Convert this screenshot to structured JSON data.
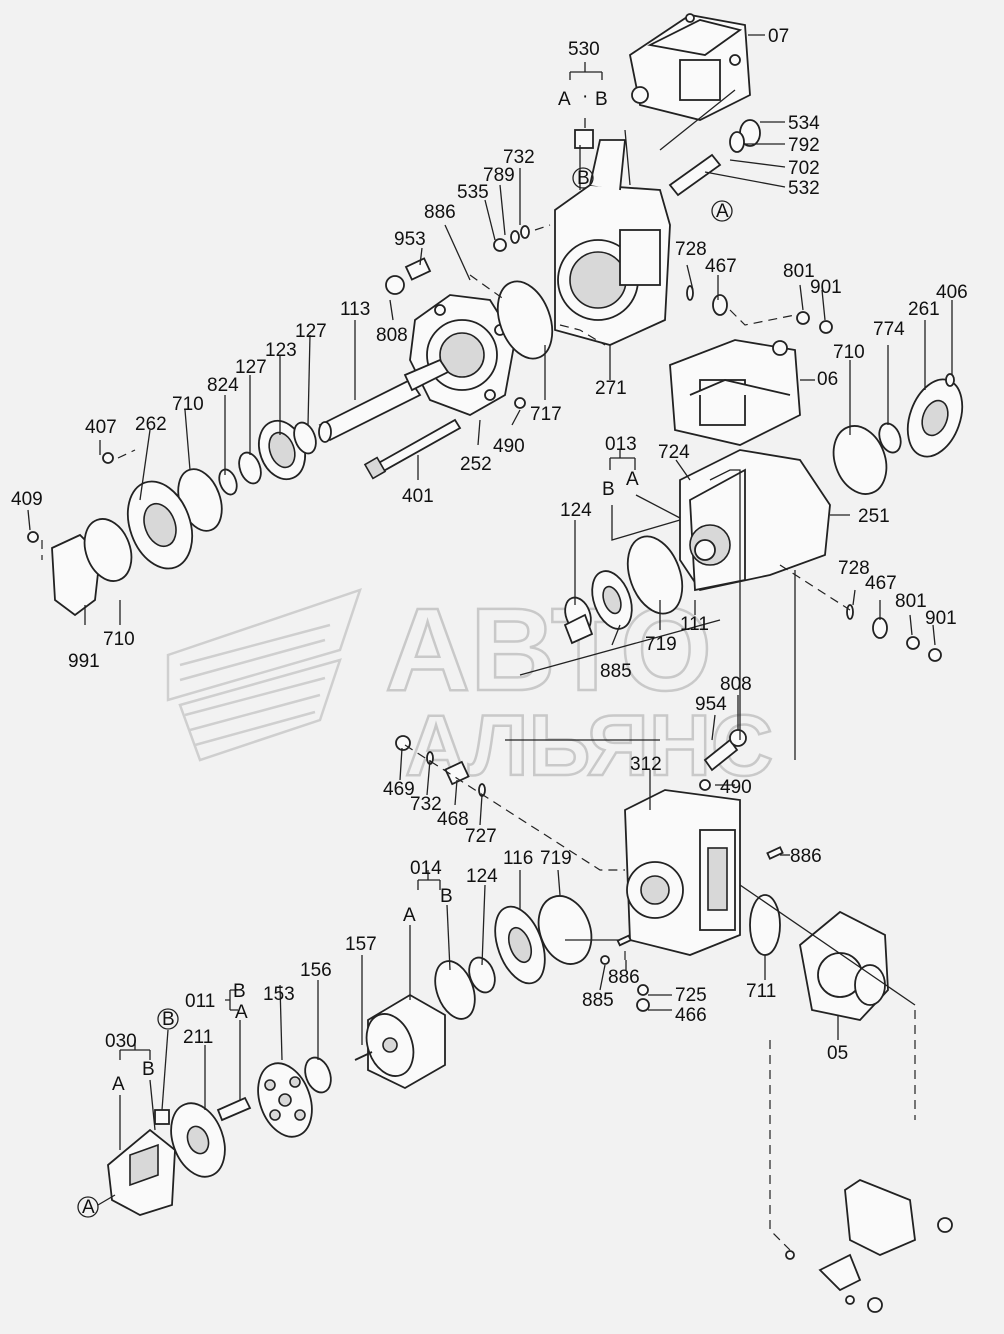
{
  "watermark": {
    "line1": "АВТО",
    "line2": "АЛЬЯНС"
  },
  "labels": {
    "l530": "530",
    "l530a": "A",
    "l530dot": "·",
    "l530b": "B",
    "l07": "07",
    "l534": "534",
    "l792": "792",
    "l702": "702",
    "l532": "532",
    "l732a": "732",
    "l789": "789",
    "l535": "535",
    "l886a": "886",
    "l953": "953",
    "l728a": "728",
    "l467a": "467",
    "l801a": "801",
    "l901a": "901",
    "l406": "406",
    "l261": "261",
    "l774": "774",
    "l710a": "710",
    "l06": "06",
    "l113": "113",
    "l808a": "808",
    "l127a": "127",
    "l123": "123",
    "l127b": "127",
    "l824": "824",
    "l710b": "710",
    "l262": "262",
    "l407": "407",
    "l409": "409",
    "l271": "271",
    "l717": "717",
    "l490a": "490",
    "l252": "252",
    "l401": "401",
    "l013": "013",
    "l013b": "B",
    "l013a": "A",
    "l724": "724",
    "l251": "251",
    "l124a": "124",
    "l719a": "719",
    "l111": "111",
    "l885a": "885",
    "l728b": "728",
    "l467b": "467",
    "l801b": "801",
    "l901b": "901",
    "l991": "991",
    "l710c": "710",
    "l808b": "808",
    "l954": "954",
    "l312": "312",
    "l490b": "490",
    "l469": "469",
    "l732b": "732",
    "l468": "468",
    "l727": "727",
    "l886b": "886",
    "l014": "014",
    "l014a": "A",
    "l014b": "B",
    "l116": "116",
    "l719b": "719",
    "l124b": "124",
    "l157": "157",
    "l156": "156",
    "l153": "153",
    "l011": "011",
    "l011b": "B",
    "l011a": "A",
    "l211": "211",
    "l030": "030",
    "l030a": "A",
    "l030b": "B",
    "l885b": "885",
    "l886c": "886",
    "l725": "725",
    "l466": "466",
    "l711": "711",
    "l05": "05",
    "circB1": "B",
    "circA1": "A",
    "circB2": "B",
    "circA2": "A"
  },
  "icons": [
    "hydraulic-pump-exploded-view"
  ]
}
